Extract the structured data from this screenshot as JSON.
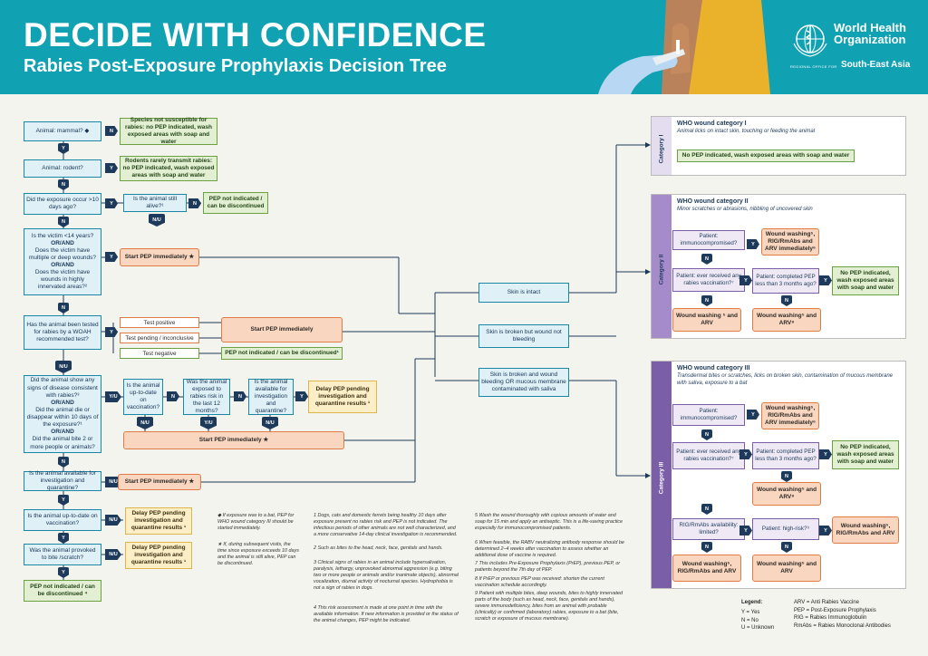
{
  "header": {
    "title": "DECIDE WITH CONFIDENCE",
    "subtitle": "Rabies Post-Exposure Prophylaxis Decision Tree",
    "who_name_line1": "World Health",
    "who_name_line2": "Organization",
    "who_region_prefix": "REGIONAL OFFICE FOR",
    "who_region": "South-East Asia"
  },
  "colors": {
    "header": "#10a1b3",
    "question": "#dff0f7",
    "green": "#e2efd2",
    "orange": "#f9d6c0",
    "yellow": "#fcefc8",
    "purple": "#efe9f6"
  },
  "badges": {
    "y": "Y",
    "n": "N",
    "nu": "N/U",
    "yu": "Y/U"
  },
  "left": {
    "q_mammal": "Animal: mammal? ◆",
    "g_not_susceptible": "Species not susceptible for rabies: no PEP indicated, wash exposed areas with soap and water",
    "q_rodent": "Animal: rodent?",
    "g_rodents": "Rodents rarely transmit rabies: no PEP indicated, wash exposed areas with soap and water",
    "q_10days": "Did the exposure occur >10 days ago?",
    "q_still_alive": "Is the animal still alive?¹",
    "g_pep_not_indicated": "PEP not indicated / can be discontinued",
    "q_victim_1": "Is the victim <14 years?",
    "or_and": "OR/AND",
    "q_victim_2": "Does the victim have multiple or deep wounds?",
    "q_victim_3": "Does the victim have wounds in highly innervated areas?²",
    "o_start_pep_1": "Start PEP immediately ★",
    "q_tested": "Has the animal been tested for rabies by a WOAH recommended test?",
    "test_positive": "Test positive",
    "test_pending": "Test pending / inconclusive",
    "test_negative": "Test negative",
    "o_start_pep_2": "Start PEP immediately",
    "g_pep_not_indicated_2": "PEP not indicated / can be discontinued¹",
    "q_signs_1": "Did the animal show any signs of disease consistent with rabies?³",
    "q_signs_2": "Did the animal die or disappear within 10 days of the exposure?¹",
    "q_signs_3": "Did the animal bite 2 or more people or animals?",
    "q_up_to_date": "Is the animal up-to-date on vaccination?",
    "q_exposed_12": "Was the animal exposed to rabies risk in the last 12 months?",
    "q_available": "Is the animal available for investigation and quarantine?",
    "y_delay_1": "Delay PEP pending investigation and quarantine results ¹",
    "o_start_pep_3": "Start PEP immediately ★",
    "q_available_2": "Is the animal available for investigation and quarantine?",
    "o_start_pep_4": "Start PEP immediately ★",
    "q_up_to_date_2": "Is the animal up-to-date on vaccination?",
    "y_delay_2": "Delay PEP pending investigation and quarantine results ¹",
    "q_provoked": "Was the animal provoked to bite /scratch?",
    "y_delay_3": "Delay PEP pending investigation and quarantine results ¹",
    "g_pep_not_indicated_3": "PEP not indicated / can be discontinued ⁴"
  },
  "middle": {
    "skin_intact": "Skin is intact",
    "skin_broken": "Skin is broken but wound not bleeding",
    "skin_bleeding": "Skin is broken and wound bleeding OR mucous membrane contaminated with saliva"
  },
  "cat1": {
    "side": "Category I",
    "title": "WHO wound category I",
    "desc": "Animal licks on intact skin, touching or feeding the animal",
    "result": "No PEP indicated, wash exposed areas with soap and water"
  },
  "cat2": {
    "side": "Category II",
    "title": "WHO wound category II",
    "desc": "Minor scratches or abrasions, nibbling of uncovered skin",
    "q_immuno": "Patient: immunocompromised?",
    "o_wash_rig": "Wound washing⁵, RIG/RmAbs and ARV immediately⁶",
    "q_received": "Patient: ever received any rabies vaccination?⁷",
    "q_completed": "Patient: completed PEP less than 3 months ago?",
    "g_no_pep": "No PEP indicated, wash exposed areas with soap and water",
    "o_wash_arv_1": "Wound washing ⁵ and ARV",
    "o_wash_arv_2": "Wound washing⁵ and ARV⁸"
  },
  "cat3": {
    "side": "Category III",
    "title": "WHO wound category III",
    "desc": "Transdermal bites or scratches, licks on broken skin, contamination of mucous membrane with saliva, exposure to a bat",
    "q_immuno": "Patient: immunocompromised?",
    "o_wash_rig": "Wound washing⁵, RIG/RmAbs and ARV immediately⁶",
    "q_received": "Patient: ever received any rabies vaccination?⁷",
    "q_completed": "Patient: completed PEP less than 3 months ago?",
    "g_no_pep": "No PEP indicated, wash exposed areas with soap and water",
    "o_wash_arv_mid": "Wound washing⁵ and ARV⁸",
    "q_rig_avail": "RIG/RmAbs availability: limited?",
    "q_high_risk": "Patient: high-risk?⁹",
    "o_wash_rig_arv": "Wound washing⁵, RIG/RmAbs and ARV",
    "o_wash_rig_arv_2": "Wound washing⁵, RIG/RmAbs and ARV",
    "o_wash_arv_bottom": "Wound washing⁵ and ARV"
  },
  "footnotes": {
    "diamond": "◆ If exposure was to a bat, PEP for WHO wound category III should be started immediately.",
    "star": "★ If, during subsequent visits, the time since exposure exceeds 10 days and the animal is still alive, PEP can be discontinued.",
    "n1": "1 Dogs, cats and domestic ferrets being healthy 10 days after exposure present no rabies risk and PEP is not indicated. The infectious periods of other animals are not well characterized, and a more conservative 14-day clinical investigation is recommended.",
    "n2": "2 Such as bites to the head, neck, face, genitals and hands.",
    "n3": "3 Clinical signs of rabies in an animal include hypersalivation, paralysis, lethargy, unprovoked abnormal aggression (e.g. biting two or more people or animals and/or inanimate objects), abnormal vocalization, diurnal activity of nocturnal species. Hydrophobia is not a sign of rabies in dogs.",
    "n4": "4 This risk assessment is made at one point in time with the available information. If new information is provided or the status of the animal changes, PEP might be indicated.",
    "n5": "5 Wash the wound thoroughly with copious amounts of water and soap for 15 min and apply an antiseptic. This is a life-saving practice especially for immunocompromised patients.",
    "n6": "6 When feasible, the RABV neutralizing antibody response should be determined 2–4 weeks after vaccination to assess whether an additional dose of vaccine is required.",
    "n7": "7 This includes Pre-Exposure Prophylaxis (PrEP), previous PEP, or patients beyond the 7th day of PEP.",
    "n8": "8 If PrEP or previous PEP was received: shorten the current vaccination schedule accordingly.",
    "n9": "9 Patient with multiple bites, deep wounds, bites to highly innervated parts of the body (such as head, neck, face, genitals and hands), severe immunodeficiency, bites from an animal with probable (clinically) or confirmed (laboratory) rabies, exposure to a bat (bite, scratch or exposure of mucous membrane)."
  },
  "legend": {
    "title": "Legend:",
    "y": "Y = Yes",
    "n": "N = No",
    "u": "U = Unknown",
    "arv": "ARV = Anti Rabies Vaccine",
    "pep": "PEP = Post-Exposure Prophylaxis",
    "rig": "RIG = Rabies Immunoglobulin",
    "rmabs": "RmAbs = Rabies Monoclonal Antibodies"
  }
}
